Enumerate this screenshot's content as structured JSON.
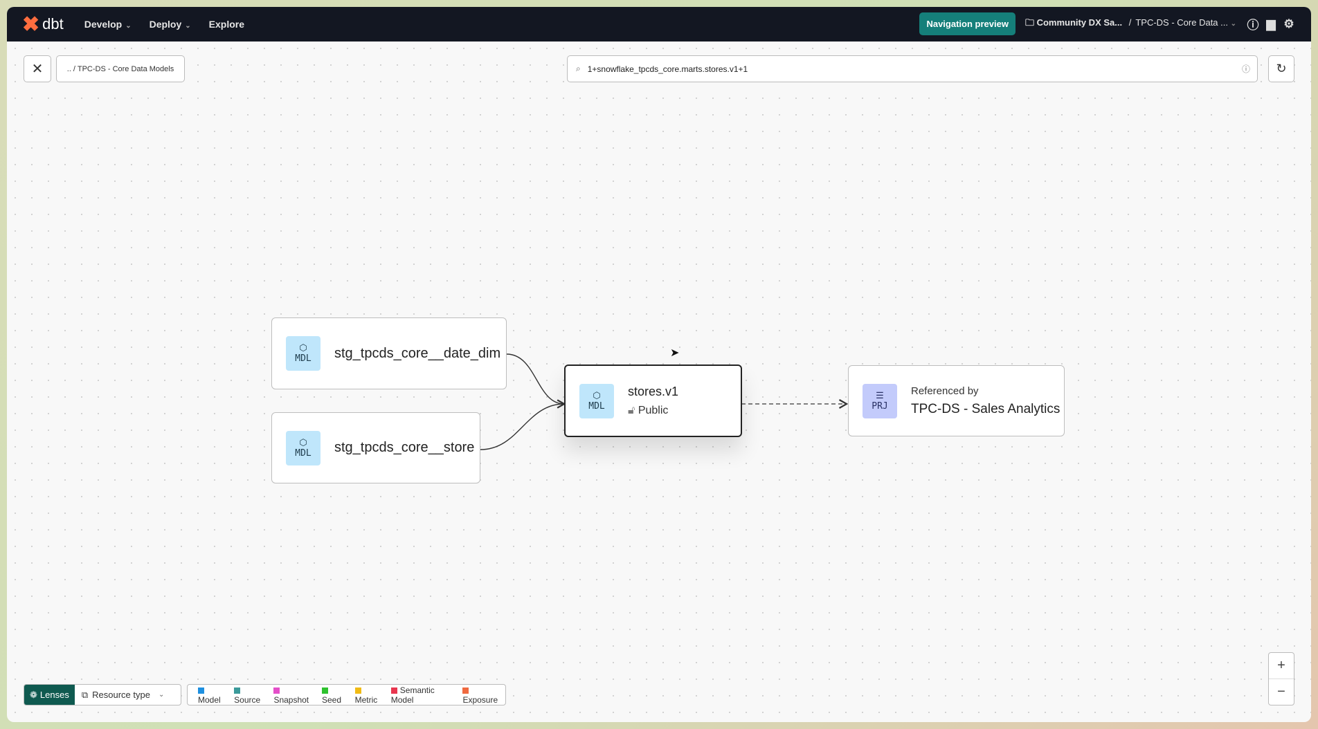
{
  "nav": {
    "brand": "dbt",
    "menu": [
      {
        "label": "Develop",
        "dropdown": true
      },
      {
        "label": "Deploy",
        "dropdown": true
      },
      {
        "label": "Explore",
        "dropdown": false
      }
    ],
    "preview_button": "Navigation preview",
    "account": "Community DX Sa...",
    "separator": "/",
    "project": "TPC-DS - Core Data ..."
  },
  "toolbar": {
    "breadcrumb": ".. / TPC-DS - Core Data Models",
    "search_value": "1+snowflake_tpcds_core.marts.stores.v1+1"
  },
  "nodes": [
    {
      "badge": "MDL",
      "label": "stg_tpcds_core__date_dim"
    },
    {
      "badge": "MDL",
      "label": "stg_tpcds_core__store"
    },
    {
      "badge": "MDL",
      "label": "stores.v1",
      "access": "Public"
    },
    {
      "badge": "PRJ",
      "caption": "Referenced by",
      "label": "TPC-DS - Sales Analytics"
    }
  ],
  "lenses": {
    "label": "Lenses",
    "selector": "Resource type"
  },
  "legend": [
    {
      "label": "Model",
      "color": "#1e90e0"
    },
    {
      "label": "Source",
      "color": "#3b9a9a"
    },
    {
      "label": "Snapshot",
      "color": "#e44fc9"
    },
    {
      "label": "Seed",
      "color": "#2ec22e"
    },
    {
      "label": "Metric",
      "color": "#f1bb15"
    },
    {
      "label": "Semantic Model",
      "color": "#e8364f"
    },
    {
      "label": "Exposure",
      "color": "#f06a40"
    }
  ],
  "zoom": {
    "in": "+",
    "out": "−"
  },
  "colors": {
    "brand": "#fe6d3f",
    "accent": "#157f7a",
    "nav_bg": "#131722"
  }
}
